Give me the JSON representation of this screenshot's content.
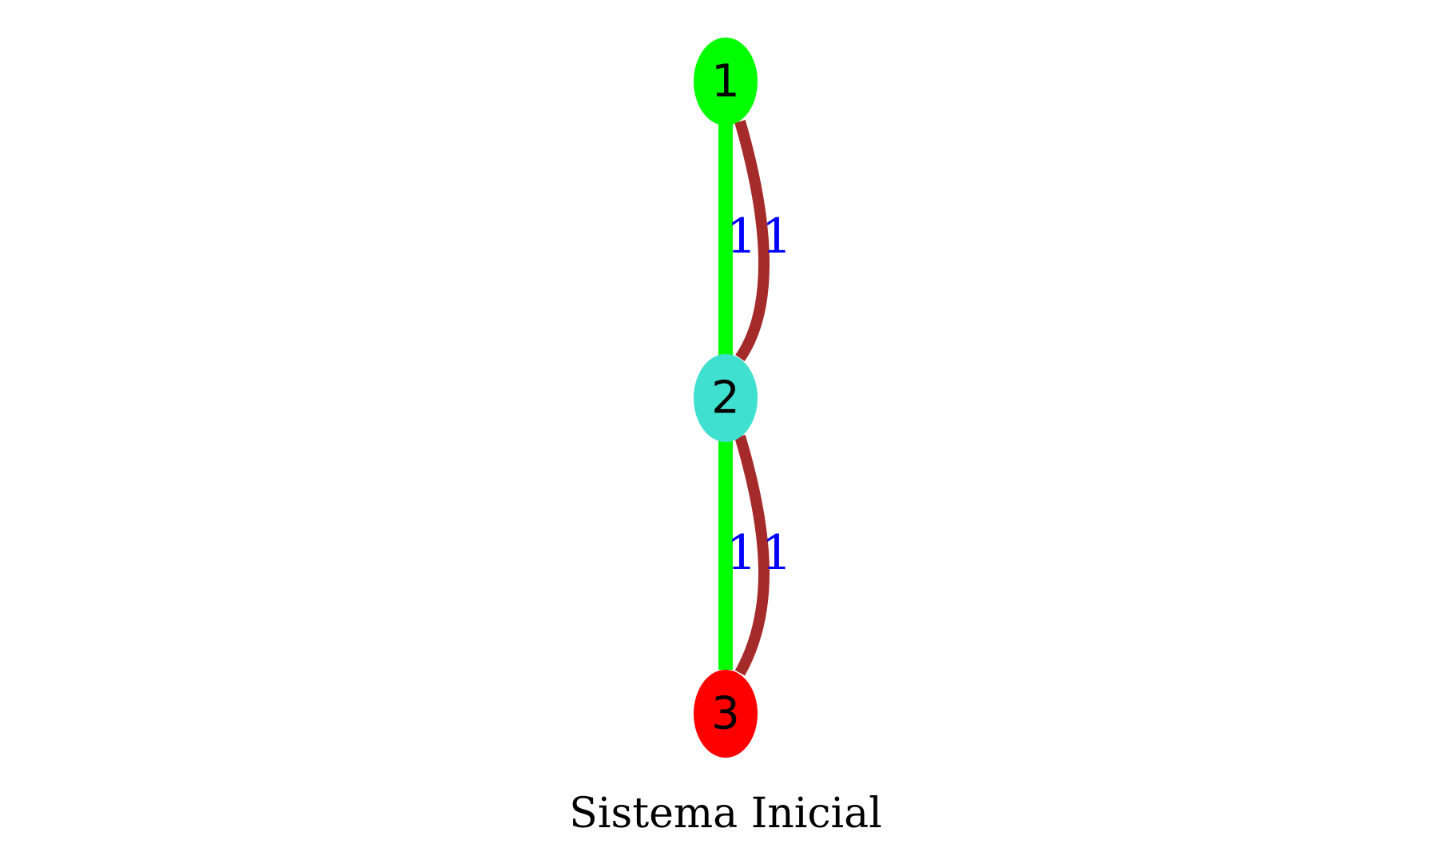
{
  "diagram": {
    "caption": "Sistema Inicial",
    "colors": {
      "straight_edge": "#00ff00",
      "curved_edge": "#a52a2a",
      "edge_label": "#0000ff",
      "node_text": "#000000"
    },
    "nodes": [
      {
        "id": "1",
        "label": "1",
        "color": "#00ff00"
      },
      {
        "id": "2",
        "label": "2",
        "color": "#40e0d0"
      },
      {
        "id": "3",
        "label": "3",
        "color": "#ff0000"
      }
    ],
    "edges": [
      {
        "from": "1",
        "to": "2",
        "style": "straight",
        "label": "1"
      },
      {
        "from": "1",
        "to": "2",
        "style": "curved",
        "label": "1"
      },
      {
        "from": "2",
        "to": "3",
        "style": "straight",
        "label": "1"
      },
      {
        "from": "2",
        "to": "3",
        "style": "curved",
        "label": "1"
      }
    ]
  }
}
